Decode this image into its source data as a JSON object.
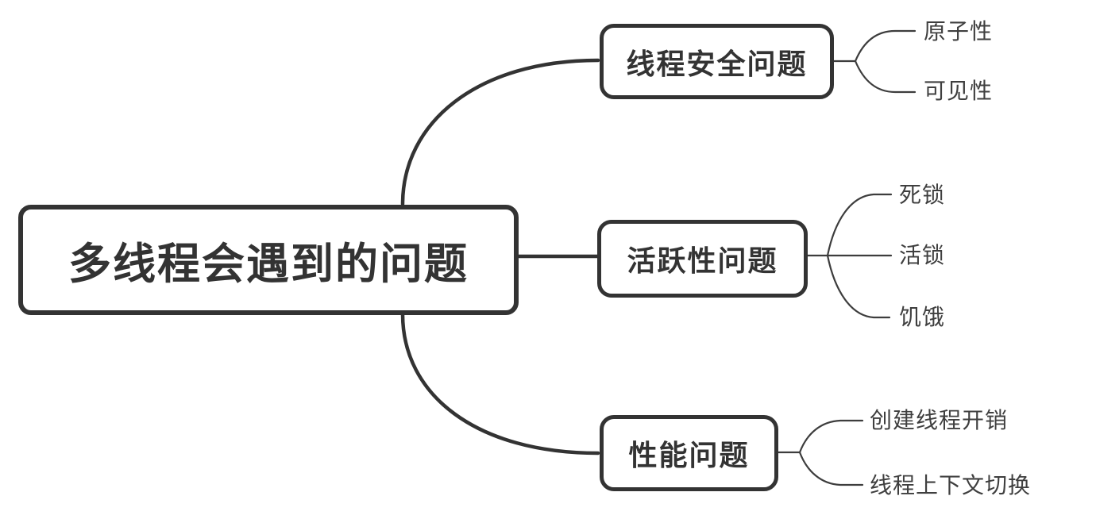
{
  "colors": {
    "stroke": "#333333",
    "leaf_stroke": "#3d3d3d",
    "node_text": "#333333",
    "leaf_text": "#3f3f3f",
    "background": "#ffffff"
  },
  "mindmap": {
    "root": {
      "label": "多线程会遇到的问题"
    },
    "branches": [
      {
        "label": "线程安全问题",
        "children": [
          {
            "label": "原子性"
          },
          {
            "label": "可见性"
          }
        ]
      },
      {
        "label": "活跃性问题",
        "children": [
          {
            "label": "死锁"
          },
          {
            "label": "活锁"
          },
          {
            "label": "饥饿"
          }
        ]
      },
      {
        "label": "性能问题",
        "children": [
          {
            "label": "创建线程开销"
          },
          {
            "label": "线程上下文切换"
          }
        ]
      }
    ]
  }
}
